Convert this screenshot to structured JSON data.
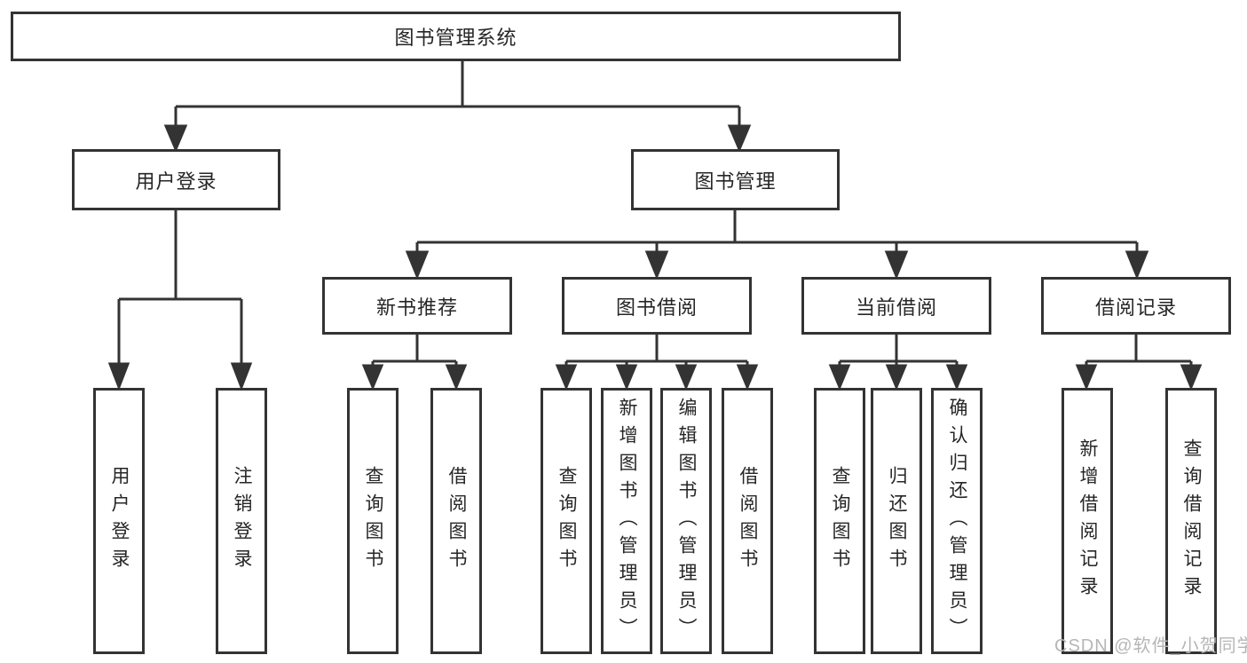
{
  "root": {
    "label": "图书管理系统"
  },
  "level2": [
    {
      "label": "用户登录"
    },
    {
      "label": "图书管理"
    }
  ],
  "level3": [
    {
      "label": "新书推荐"
    },
    {
      "label": "图书借阅"
    },
    {
      "label": "当前借阅"
    },
    {
      "label": "借阅记录"
    }
  ],
  "leaves": {
    "user_login": [
      {
        "label": "用户登录"
      },
      {
        "label": "注销登录"
      }
    ],
    "new_books": [
      {
        "label": "查询图书"
      },
      {
        "label": "借阅图书"
      }
    ],
    "book_borrow": [
      {
        "label": "查询图书"
      },
      {
        "label": "新增图书（管理员）"
      },
      {
        "label": "编辑图书（管理员）"
      },
      {
        "label": "借阅图书"
      }
    ],
    "current_borrow": [
      {
        "label": "查询图书"
      },
      {
        "label": "归还图书"
      },
      {
        "label": "确认归还（管理员）"
      }
    ],
    "borrow_records": [
      {
        "label": "新增借阅记录"
      },
      {
        "label": "查询借阅记录"
      }
    ]
  },
  "watermark": "CSDN @软件_小贺同学",
  "colors": {
    "line": "#333333",
    "text": "#262626",
    "background": "#ffffff",
    "watermark": "#b6b6b6"
  }
}
